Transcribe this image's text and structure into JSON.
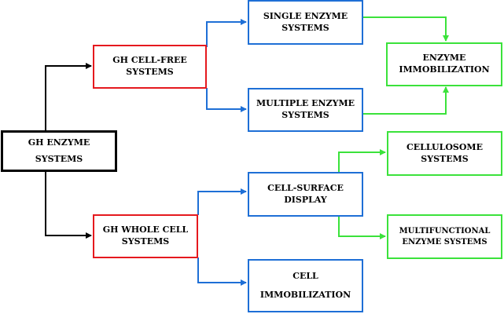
{
  "colors": {
    "root": "#000000",
    "level1": "#e5191e",
    "level2": "#1e6fd6",
    "level3": "#3be23b"
  },
  "nodes": {
    "gh_enzyme_systems": [
      "GH ENZYME",
      "SYSTEMS"
    ],
    "gh_cell_free": [
      "GH CELL-FREE",
      "SYSTEMS"
    ],
    "gh_whole_cell": [
      "GH WHOLE CELL",
      "SYSTEMS"
    ],
    "single_enzyme": [
      "SINGLE ENZYME",
      "SYSTEMS"
    ],
    "multiple_enzyme": [
      "MULTIPLE ENZYME",
      "SYSTEMS"
    ],
    "enzyme_immobilization": [
      "ENZYME",
      "IMMOBILIZATION"
    ],
    "cell_surface_display": [
      "CELL-SURFACE",
      "DISPLAY"
    ],
    "cell_immobilization": [
      "CELL",
      "IMMOBILIZATION"
    ],
    "cellulosome": [
      "CELLULOSOME",
      "SYSTEMS"
    ],
    "multifunctional": [
      "MULTIFUNCTIONAL",
      "ENZYME SYSTEMS"
    ]
  }
}
